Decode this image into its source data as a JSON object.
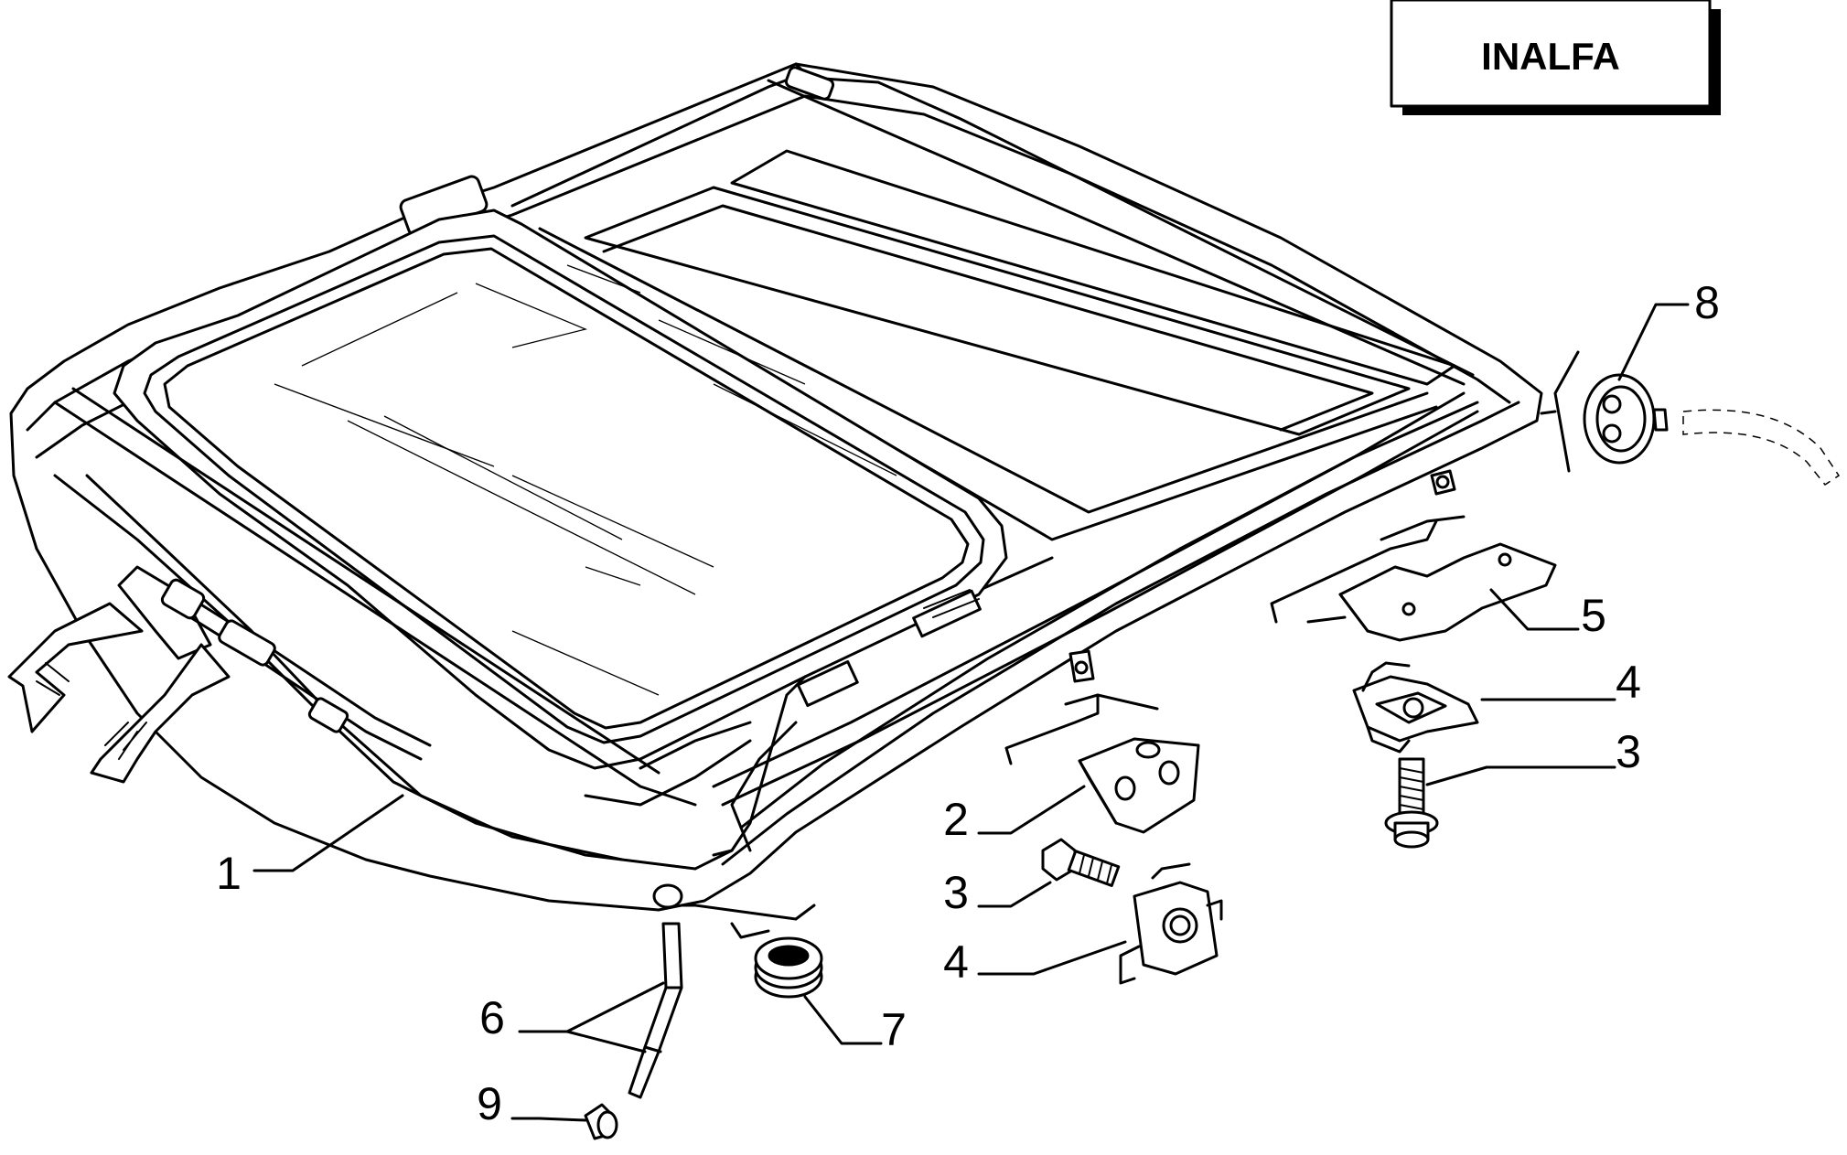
{
  "brand": "INALFA",
  "callouts": {
    "c1": "1",
    "c2": "2",
    "c3a": "3",
    "c3b": "3",
    "c4a": "4",
    "c4b": "4",
    "c5": "5",
    "c6": "6",
    "c7": "7",
    "c8": "8",
    "c9": "9"
  }
}
